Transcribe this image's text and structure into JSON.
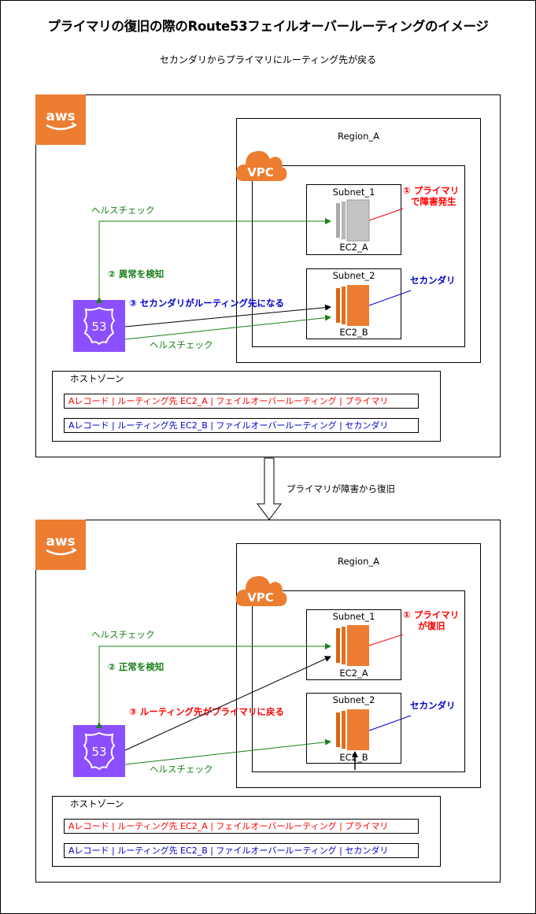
{
  "title": "プライマリの復旧の際のRoute53フェイルオーバールーティングのイメージ",
  "subtitle": "セカンダリからプライマリにルーティング先が戻る",
  "transition_label": "プライマリが障害から復旧",
  "colors": {
    "aws_orange": "#ED7D31",
    "route53_purple": "#8C4FFF",
    "health_green": "#1a7f1a",
    "primary_red": "#ff0000",
    "secondary_blue": "#0000cc"
  },
  "top": {
    "region": "Region_A",
    "vpc": "VPC",
    "subnet1": "Subnet_1",
    "subnet2": "Subnet_2",
    "ec2_a": "EC2_A",
    "ec2_b": "EC2_B",
    "primary_note_line1": "① プライマリ",
    "primary_note_line2": "で障害発生",
    "secondary_note": "セカンダリ",
    "health_check_1": "ヘルスチェック",
    "health_check_2": "ヘルスチェック",
    "detect": "② 異常を検知",
    "routing": "③ セカンダリがルーティング先になる",
    "route53_label": "53",
    "hosted_zone": "ホストゾーン",
    "record_a": "Aレコード | ルーティング先 EC2_A | フェイルオーバールーティング | プライマリ",
    "record_b": "Aレコード | ルーティング先 EC2_B | ファイルオーバールーティング | セカンダリ"
  },
  "bottom": {
    "region": "Region_A",
    "vpc": "VPC",
    "subnet1": "Subnet_1",
    "subnet2": "Subnet_2",
    "ec2_a": "EC2_A",
    "ec2_b": "EC2_B",
    "primary_note_line1": "① プライマリ",
    "primary_note_line2": "が復旧",
    "secondary_note": "セカンダリ",
    "health_check_1": "ヘルスチェック",
    "health_check_2": "ヘルスチェック",
    "detect": "② 正常を検知",
    "routing": "③ ルーティング先がプライマリに戻る",
    "route53_label": "53",
    "hosted_zone": "ホストゾーン",
    "record_a": "Aレコード | ルーティング先 EC2_A | フェイルオーバールーティング | プライマリ",
    "record_b": "Aレコード | ルーティング先 EC2_B | ファイルオーバールーティング | セカンダリ"
  }
}
